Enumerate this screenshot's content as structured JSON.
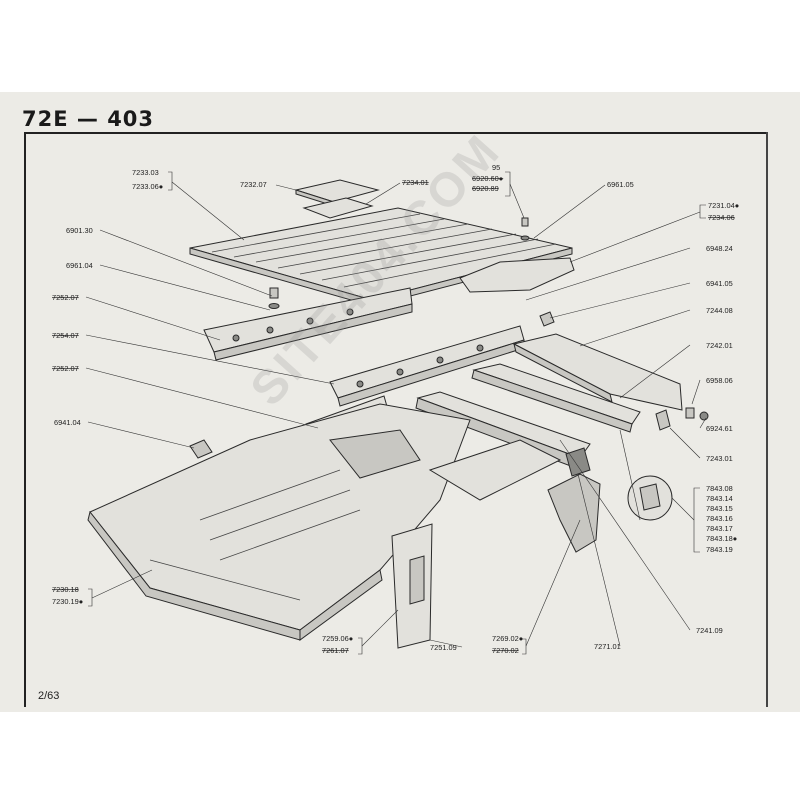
{
  "header": {
    "title": "72E — 403",
    "page": "2/63"
  },
  "watermark": "SITE404.COM",
  "labels": [
    {
      "id": "l1",
      "text": "7233.03",
      "strike": false
    },
    {
      "id": "l2",
      "text": "7233.06●",
      "strike": false
    },
    {
      "id": "l3",
      "text": "7232.07",
      "strike": false
    },
    {
      "id": "l4",
      "text": "7234.01",
      "strike": true
    },
    {
      "id": "l5",
      "text": "95",
      "strike": false
    },
    {
      "id": "l6",
      "text": "6920.60●",
      "strike": true
    },
    {
      "id": "l7",
      "text": "6920.89",
      "strike": true
    },
    {
      "id": "l8",
      "text": "6961.05",
      "strike": false
    },
    {
      "id": "l9",
      "text": "7231.04●",
      "strike": false
    },
    {
      "id": "l10",
      "text": "7234.06",
      "strike": true
    },
    {
      "id": "l11",
      "text": "6901.30",
      "strike": false
    },
    {
      "id": "l12",
      "text": "6948.24",
      "strike": false
    },
    {
      "id": "l13",
      "text": "6961.04",
      "strike": false
    },
    {
      "id": "l14",
      "text": "6941.05",
      "strike": false
    },
    {
      "id": "l15",
      "text": "7252.07",
      "strike": true
    },
    {
      "id": "l16",
      "text": "7244.08",
      "strike": false
    },
    {
      "id": "l17",
      "text": "7254.07",
      "strike": true
    },
    {
      "id": "l18",
      "text": "7242.01",
      "strike": false
    },
    {
      "id": "l19",
      "text": "7252.07",
      "strike": true
    },
    {
      "id": "l20",
      "text": "6958.06",
      "strike": false
    },
    {
      "id": "l21",
      "text": "6924.61",
      "strike": false
    },
    {
      "id": "l22",
      "text": "6941.04",
      "strike": false
    },
    {
      "id": "l23",
      "text": "7243.01",
      "strike": false
    },
    {
      "id": "l24",
      "text": "7843.08",
      "strike": false
    },
    {
      "id": "l25",
      "text": "7843.14",
      "strike": false
    },
    {
      "id": "l26",
      "text": "7843.15",
      "strike": false
    },
    {
      "id": "l27",
      "text": "7843.16",
      "strike": false
    },
    {
      "id": "l28",
      "text": "7843.17",
      "strike": false
    },
    {
      "id": "l29",
      "text": "7843.18●",
      "strike": false
    },
    {
      "id": "l30",
      "text": "7843.19",
      "strike": false
    },
    {
      "id": "l31",
      "text": "7230.18",
      "strike": true
    },
    {
      "id": "l32",
      "text": "7230.19●",
      "strike": false
    },
    {
      "id": "l33",
      "text": "7259.06●",
      "strike": false
    },
    {
      "id": "l34",
      "text": "7261.07",
      "strike": true
    },
    {
      "id": "l35",
      "text": "7251.09",
      "strike": false
    },
    {
      "id": "l36",
      "text": "7269.02●",
      "strike": false
    },
    {
      "id": "l37",
      "text": "7270.02",
      "strike": true
    },
    {
      "id": "l38",
      "text": "7271.01",
      "strike": false
    },
    {
      "id": "l39",
      "text": "7241.09",
      "strike": false
    }
  ]
}
